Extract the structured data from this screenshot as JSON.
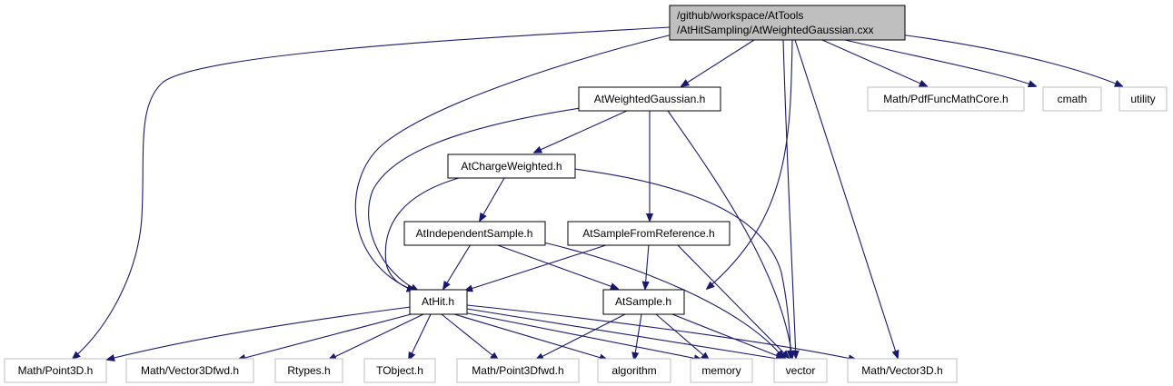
{
  "diagram": {
    "root": {
      "line1": "/github/workspace/AtTools",
      "line2": "/AtHitSampling/AtWeightedGaussian.cxx"
    },
    "headers": {
      "weighted_gaussian": "AtWeightedGaussian.h",
      "charge_weighted": "AtChargeWeighted.h",
      "independent_sample": "AtIndependentSample.h",
      "sample_from_reference": "AtSampleFromReference.h",
      "hit": "AtHit.h",
      "sample": "AtSample.h"
    },
    "external": {
      "pdf_func_math_core": "Math/PdfFuncMathCore.h",
      "cmath": "cmath",
      "utility": "utility",
      "point3d": "Math/Point3D.h",
      "vector3d_fwd": "Math/Vector3Dfwd.h",
      "rtypes": "Rtypes.h",
      "tobject": "TObject.h",
      "point3d_fwd": "Math/Point3Dfwd.h",
      "algorithm": "algorithm",
      "memory": "memory",
      "vector": "vector",
      "vector3d": "Math/Vector3D.h"
    },
    "colors": {
      "edge": "#191970",
      "root_fill": "#bfbfbf",
      "root_border": "#000000",
      "header_border": "#000000",
      "external_border": "#bfbfbf",
      "text": "#000000",
      "external_text": "#3c3c3c"
    }
  }
}
